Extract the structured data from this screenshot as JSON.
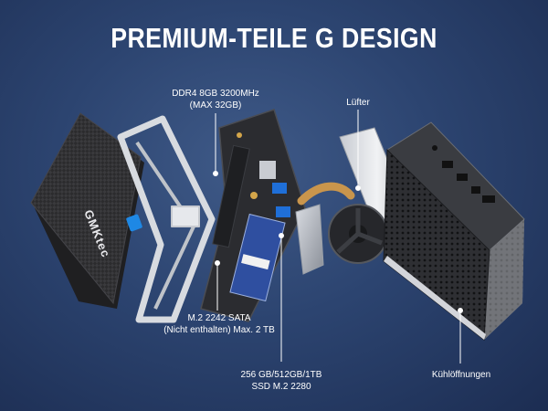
{
  "headline": "PREMIUM-TEILE G DESIGN",
  "brand_logo": "GMKtec",
  "labels": {
    "ram_line1": "DDR4 8GB 3200MHz",
    "ram_line2": "(MAX 32GB)",
    "fan": "Lüfter",
    "m2_sata_line1": "M.2 2242 SATA",
    "m2_sata_line2": "(Nicht enthalten) Max. 2 TB",
    "ssd_line1": "256 GB/512GB/1TB",
    "ssd_line2": "SSD M.2 2280",
    "vents": "Kühlöffnungen"
  },
  "colors": {
    "background": "#2c4470",
    "text": "#ffffff",
    "leader_line": "#ffffff",
    "accent_badge": "#1e88e5"
  }
}
